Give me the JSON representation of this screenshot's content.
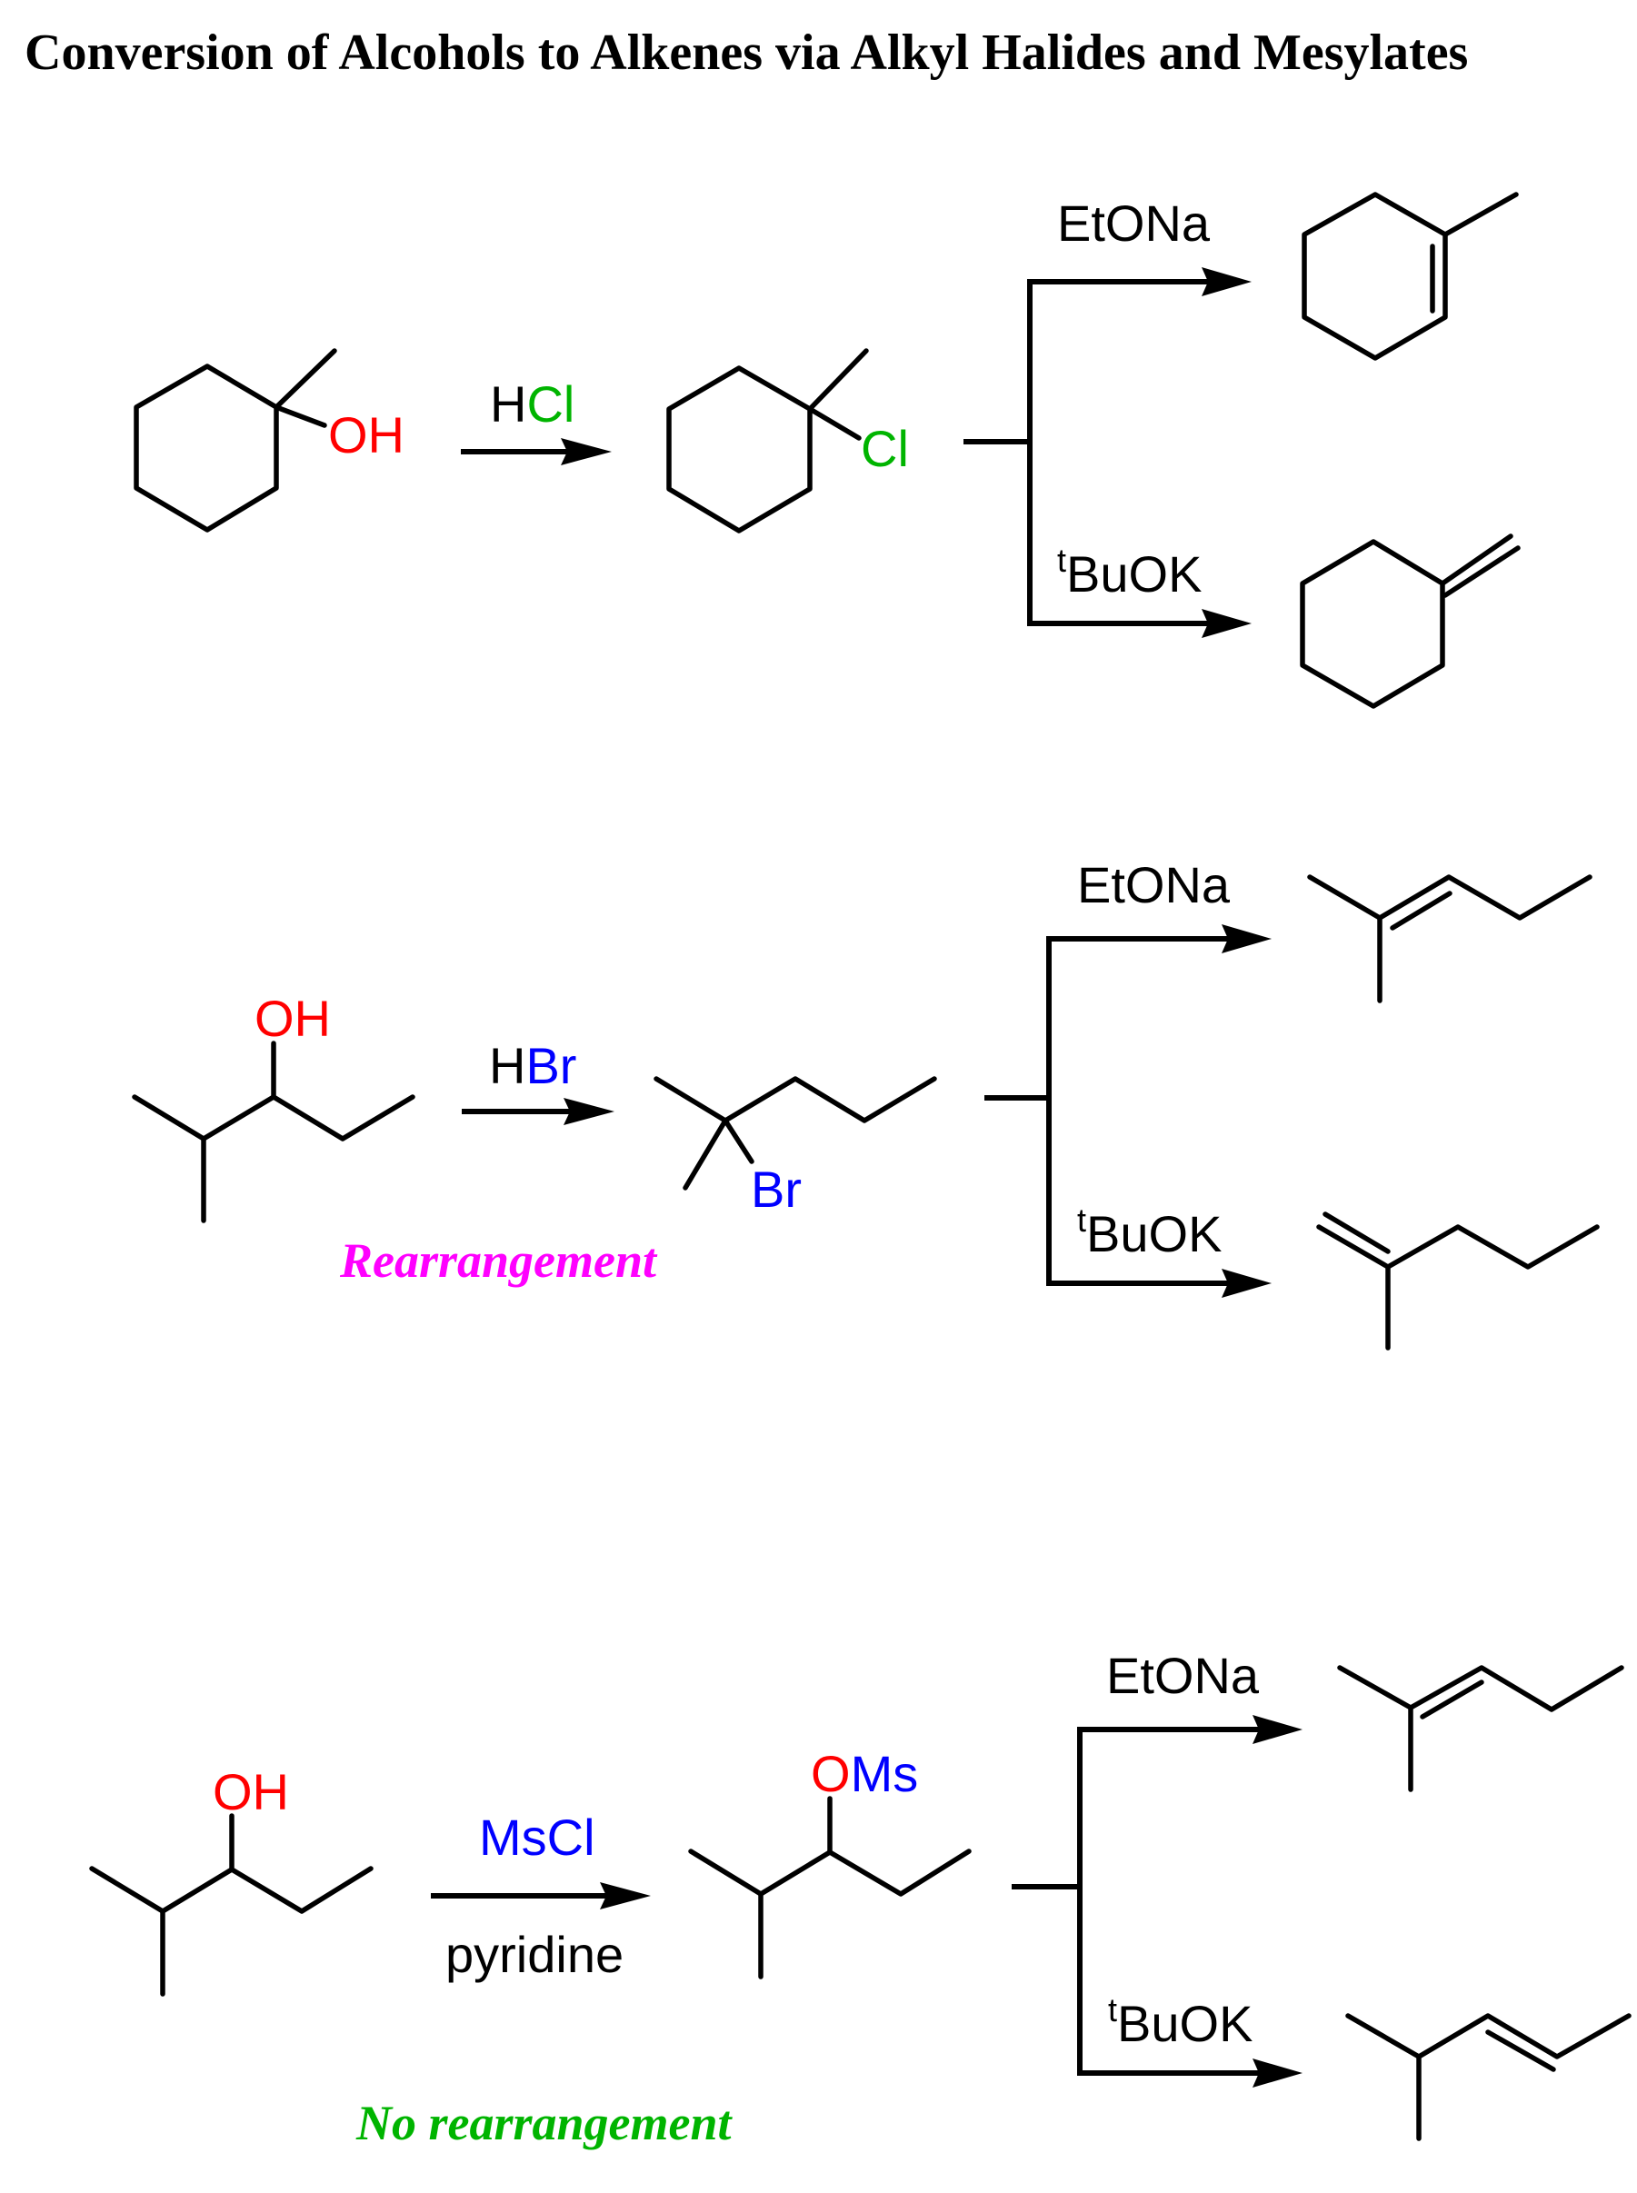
{
  "title": "Conversion of Alcohols to Alkenes via Alkyl Halides and Mesylates",
  "colors": {
    "oxygen": "#ff0000",
    "chlorine": "#00b400",
    "bromine": "#0000ff",
    "mesyl": "#0000ff",
    "rearrangement_note": "#ff00ff",
    "no_rearrangement_note": "#00b400",
    "bond": "#000000"
  },
  "reactions": [
    {
      "id": "row1",
      "starting_material": {
        "name": "1-methylcyclohexanol",
        "label": "OH"
      },
      "reagent": {
        "prefix": "H",
        "element": "Cl"
      },
      "intermediate": {
        "name": "1-chloro-1-methylcyclohexane",
        "label": "Cl"
      },
      "branches": [
        {
          "reagent": "EtONa",
          "product": "1-methylcyclohexene"
        },
        {
          "reagent_sup": "t",
          "reagent": "BuOK",
          "product": "methylenecyclohexane"
        }
      ]
    },
    {
      "id": "row2",
      "starting_material": {
        "name": "2-methylpentan-3-ol",
        "label": "OH"
      },
      "reagent": {
        "prefix": "H",
        "element": "Br"
      },
      "intermediate": {
        "name": "2-bromo-2-methylpentane",
        "label": "Br"
      },
      "note": "Rearrangement",
      "branches": [
        {
          "reagent": "EtONa",
          "product": "2-methylpent-2-ene"
        },
        {
          "reagent_sup": "t",
          "reagent": "BuOK",
          "product": "2-methylpent-1-ene"
        }
      ]
    },
    {
      "id": "row3",
      "starting_material": {
        "name": "2-methylpentan-3-ol",
        "label": "OH"
      },
      "reagent": {
        "above": "MsCl",
        "below": "pyridine"
      },
      "intermediate": {
        "name": "2-methylpentan-3-yl mesylate",
        "label_o": "O",
        "label_ms": "Ms"
      },
      "note": "No rearrangement",
      "branches": [
        {
          "reagent": "EtONa",
          "product": "2-methylpent-2-ene"
        },
        {
          "reagent_sup": "t",
          "reagent": "BuOK",
          "product": "4-methylpent-2-ene"
        }
      ]
    }
  ]
}
